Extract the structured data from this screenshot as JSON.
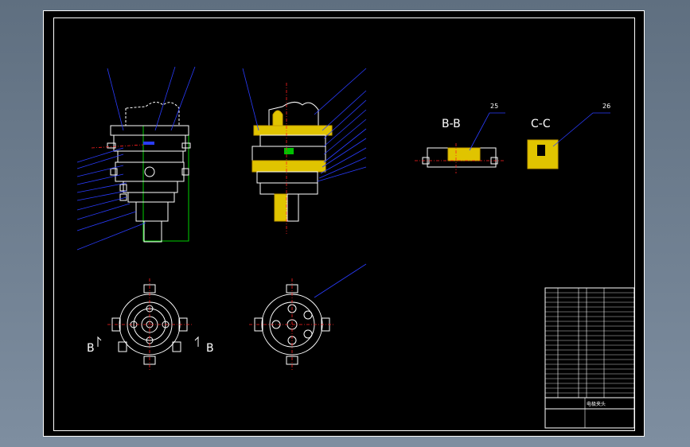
{
  "sections": {
    "bb_title": "B-B",
    "cc_title": "C-C",
    "bb_callout": "25",
    "cc_callout": "26",
    "view_marker_left": "B",
    "view_marker_right": "B"
  },
  "title_block": {
    "drawing_name": "电极夹头"
  },
  "colors": {
    "background": "#000000",
    "outline": "#ffffff",
    "leader": "#2a3cff",
    "centerline": "#ff2020",
    "highlight": "#e0c400",
    "dimension": "#00d000"
  }
}
